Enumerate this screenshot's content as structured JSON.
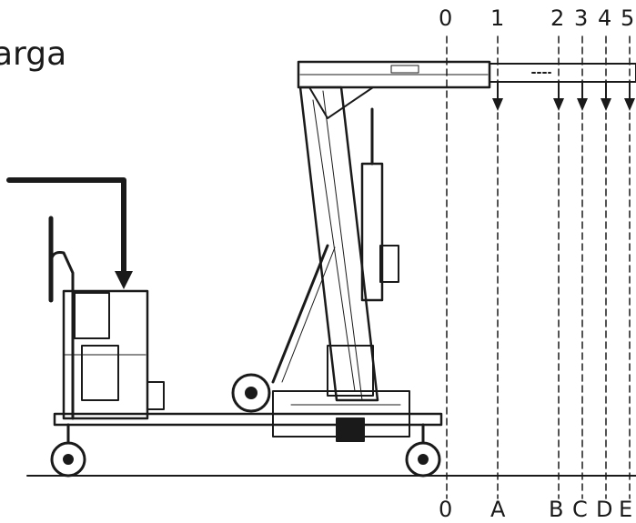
{
  "title": "arga",
  "top_positions": [
    "0",
    "1",
    "2",
    "3",
    "4",
    "5"
  ],
  "bottom_positions": [
    "0",
    "A",
    "B",
    "C",
    "D",
    "E"
  ],
  "colors": {
    "ink": "#1a1a1a",
    "background": "#ffffff"
  }
}
